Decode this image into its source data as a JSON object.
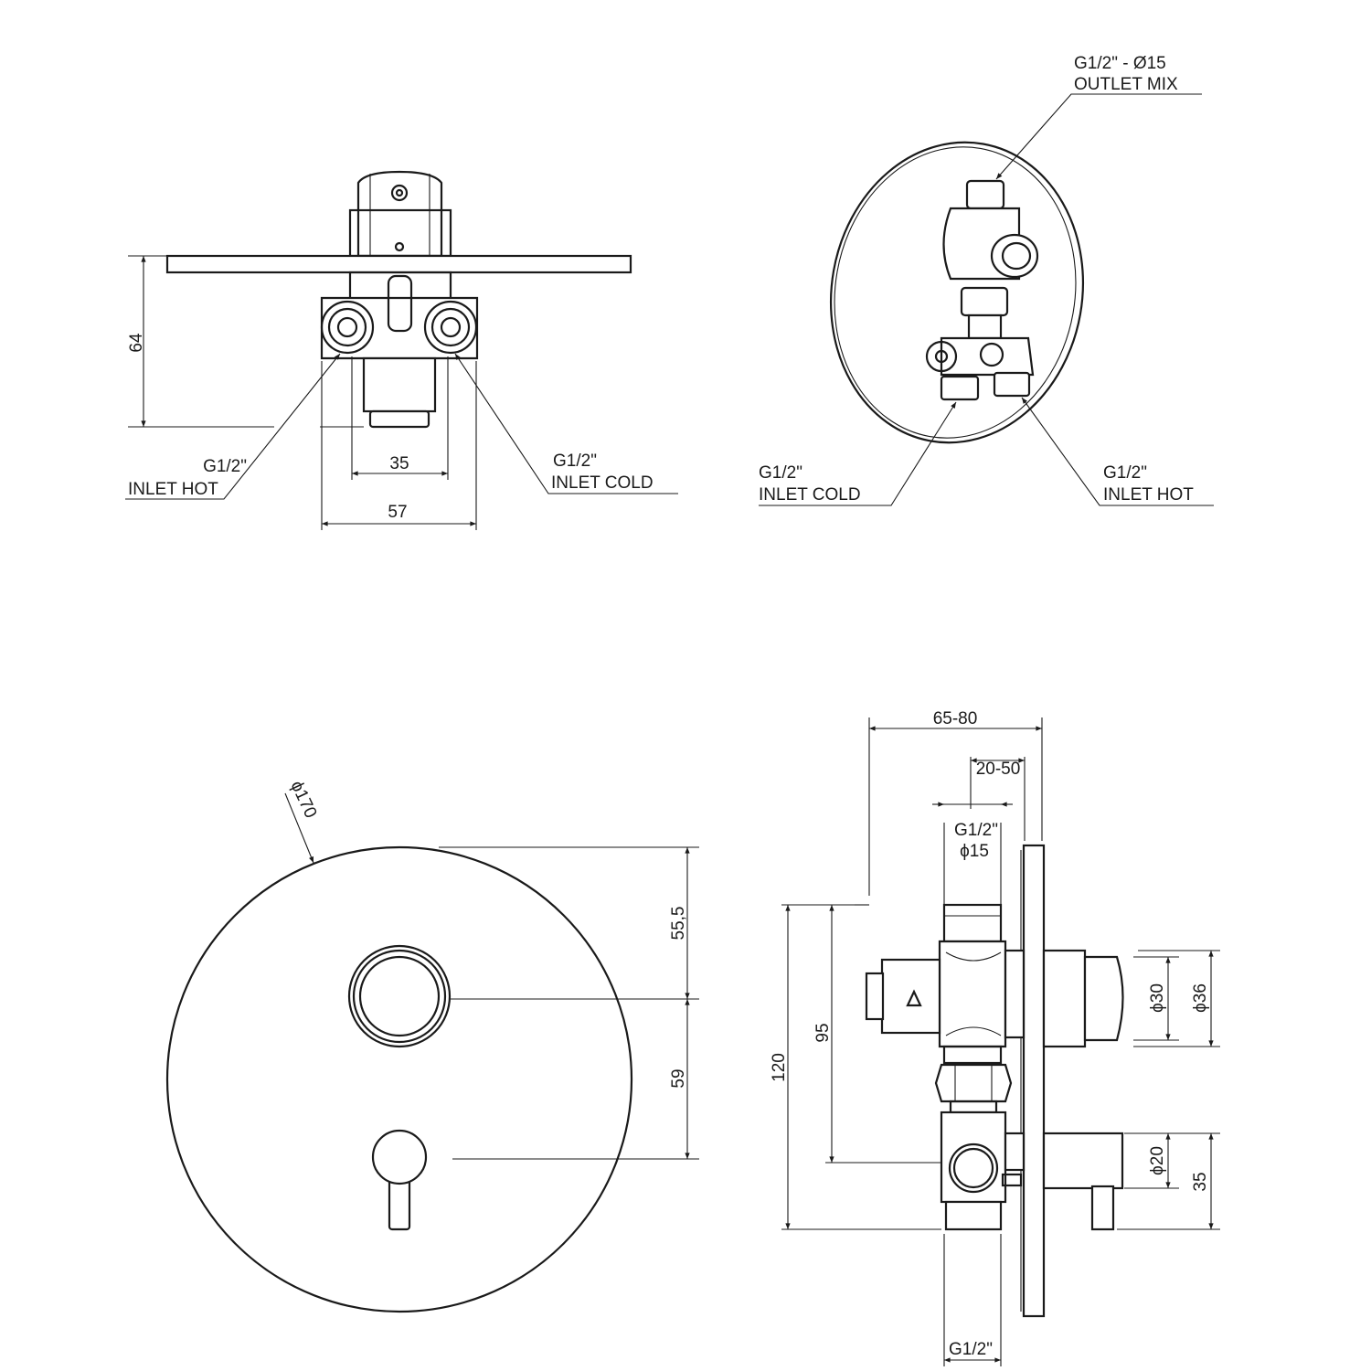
{
  "views": {
    "top_view": {
      "dim_depth": "64",
      "dim_inlet_spacing": "35",
      "dim_body_width": "57",
      "inlet_hot": {
        "thread": "G1/2\"",
        "label": "INLET HOT"
      },
      "inlet_cold": {
        "thread": "G1/2\"",
        "label": "INLET COLD"
      }
    },
    "rear_view": {
      "outlet_mix": {
        "thread": "G1/2\" - Ø15",
        "label": "OUTLET MIX"
      },
      "inlet_cold": {
        "thread": "G1/2\"",
        "label": "INLET COLD"
      },
      "inlet_hot": {
        "thread": "G1/2\"",
        "label": "INLET HOT"
      }
    },
    "front_view": {
      "dim_diameter": "ϕ170",
      "dim_top_to_knob": "55,5",
      "dim_knob_to_lever": "59"
    },
    "side_view": {
      "dim_wall_depth": "65-80",
      "dim_plaster_range": "20-50",
      "top_thread": "G1/2\"",
      "top_diameter": "ϕ15",
      "dim_total_height": "120",
      "dim_outlet_to_inlet": "95",
      "dim_knob_inner": "ϕ30",
      "dim_knob_outer": "ϕ36",
      "dim_lever_diameter": "ϕ20",
      "dim_lever_height": "35",
      "bottom_thread": "G1/2\""
    }
  }
}
